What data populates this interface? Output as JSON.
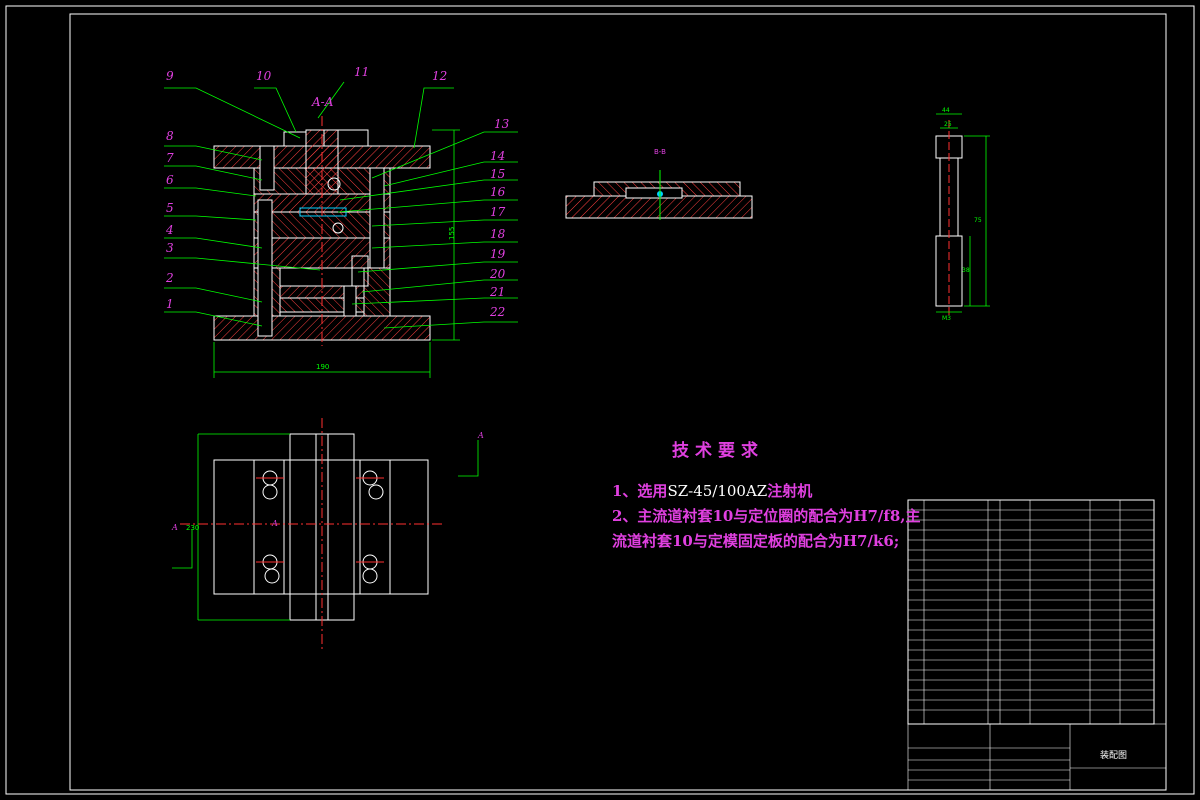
{
  "section_label": "A-A",
  "part_numbers": [
    "1",
    "2",
    "3",
    "4",
    "5",
    "6",
    "7",
    "8",
    "9",
    "10",
    "11",
    "12",
    "13",
    "14",
    "15",
    "16",
    "17",
    "18",
    "19",
    "20",
    "21",
    "22"
  ],
  "dimensions": {
    "width": "190",
    "height": "155",
    "plan_height": "230",
    "pin_top": "44",
    "pin_d": "25",
    "pin_len": "75",
    "pin_len2": "38",
    "pin_bottom": "M3"
  },
  "view_markers": {
    "section_a": "A"
  },
  "detail_label": "B-B",
  "tech_requirements": {
    "title": "技术要求",
    "item1_prefix": "1、选用",
    "item1_model": "SZ-45/100AZ",
    "item1_suffix": "注射机",
    "item2_a": "2、主流道衬套10与定位圈的配合为H7/f8,主",
    "item2_b": "流道衬套10与定模固定板的配合为H7/k6;"
  },
  "title_block": {
    "drawing_name": "装配图"
  },
  "colors": {
    "border": "#ffffff",
    "outline": "#ffffff",
    "hatch": "#ff4040",
    "dim": "#00ff00",
    "leader": "#00ff00",
    "labels": "#e040e0",
    "axis": "#ff3030",
    "text": "#e040e0"
  }
}
